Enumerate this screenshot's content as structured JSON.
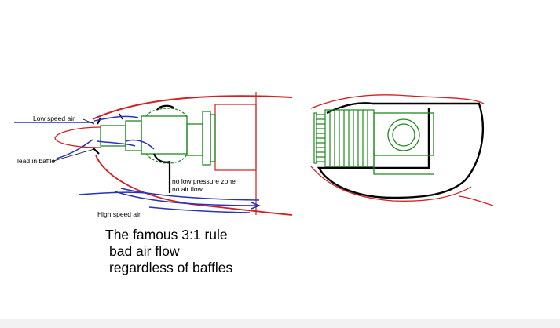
{
  "diagram": {
    "labels": {
      "low_speed_air": "Low speed air",
      "lead_in_baffle": "lead in baffle",
      "no_pressure_zone": "no low pressure zone",
      "no_air_flow": "no air flow",
      "high_speed_air": "High speed air"
    },
    "caption": {
      "line1": "The famous 3:1 rule",
      "line2": "bad air flow",
      "line3": "regardless of baffles"
    }
  },
  "colors": {
    "cowl": "#d21f1f",
    "airflow": "#2833b8",
    "engine": "#1e8a1e",
    "baffle": "#000000"
  }
}
